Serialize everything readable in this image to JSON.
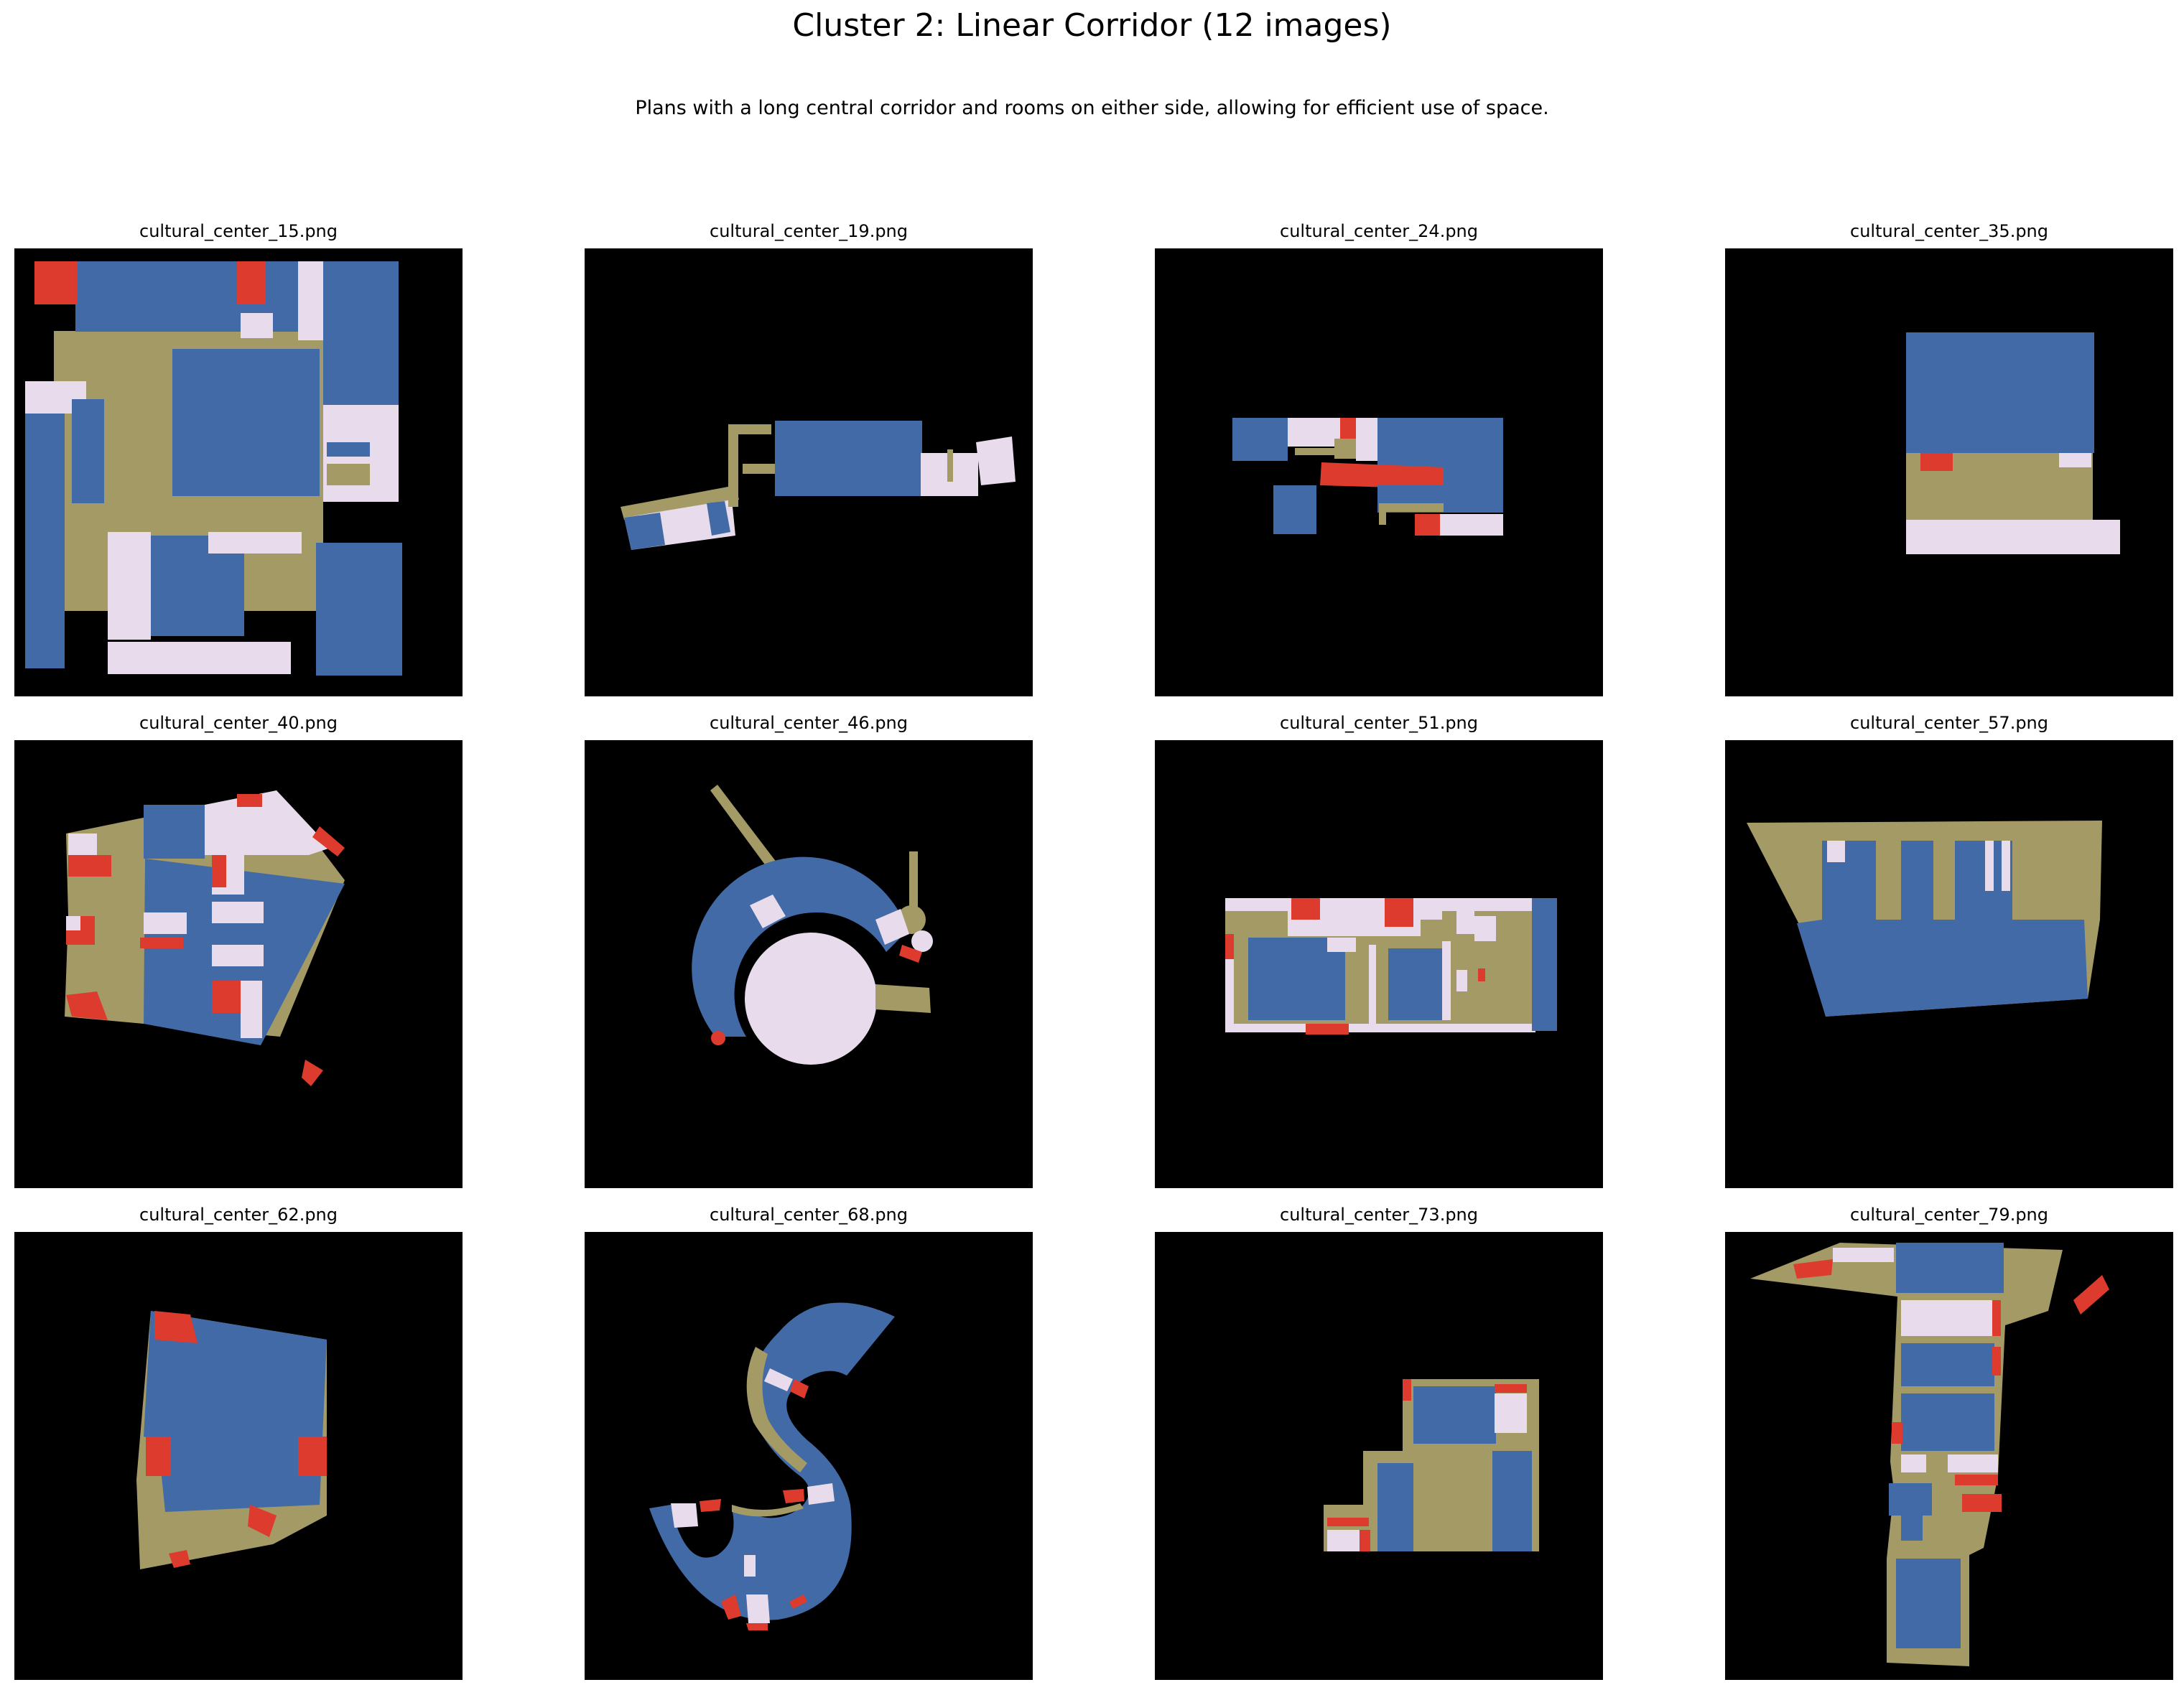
{
  "figure": {
    "title": "Cluster 2: Linear Corridor (12 images)",
    "subtitle": "Plans with a long central corridor and rooms on either side, allowing for efficient use of space."
  },
  "colors": {
    "background": "#000000",
    "room": "#416aa6",
    "corridor": "#a39a66",
    "service": "#e8dcec",
    "stair": "#dd3b2d"
  },
  "panels": [
    {
      "filename": "cultural_center_15.png"
    },
    {
      "filename": "cultural_center_19.png"
    },
    {
      "filename": "cultural_center_24.png"
    },
    {
      "filename": "cultural_center_35.png"
    },
    {
      "filename": "cultural_center_40.png"
    },
    {
      "filename": "cultural_center_46.png"
    },
    {
      "filename": "cultural_center_51.png"
    },
    {
      "filename": "cultural_center_57.png"
    },
    {
      "filename": "cultural_center_62.png"
    },
    {
      "filename": "cultural_center_68.png"
    },
    {
      "filename": "cultural_center_73.png"
    },
    {
      "filename": "cultural_center_79.png"
    }
  ]
}
